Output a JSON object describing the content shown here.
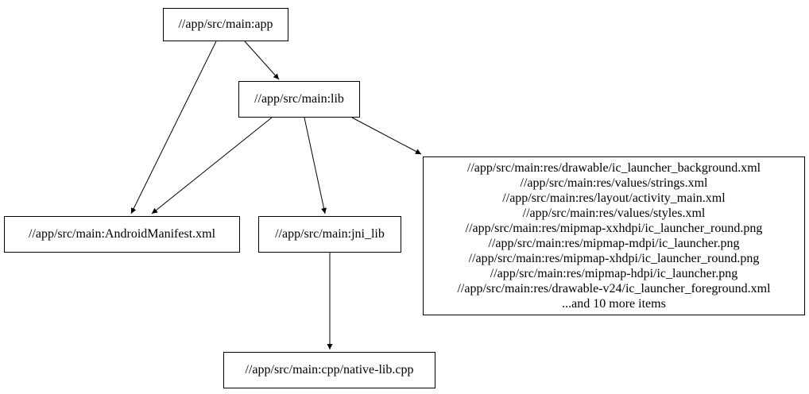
{
  "diagram": {
    "type": "dependency-graph",
    "background_color": "#ffffff",
    "node_fill_color": "#ffffff",
    "node_border_color": "#000000",
    "edge_color": "#000000",
    "nodes": [
      {
        "id": "app",
        "label": "//app/src/main:app"
      },
      {
        "id": "lib",
        "label": "//app/src/main:lib"
      },
      {
        "id": "manifest",
        "label": "//app/src/main:AndroidManifest.xml"
      },
      {
        "id": "jni_lib",
        "label": "//app/src/main:jni_lib"
      },
      {
        "id": "res_group",
        "lines": [
          "//app/src/main:res/drawable/ic_launcher_background.xml",
          "//app/src/main:res/values/strings.xml",
          "//app/src/main:res/layout/activity_main.xml",
          "//app/src/main:res/values/styles.xml",
          "//app/src/main:res/mipmap-xxhdpi/ic_launcher_round.png",
          "//app/src/main:res/mipmap-mdpi/ic_launcher.png",
          "//app/src/main:res/mipmap-xhdpi/ic_launcher_round.png",
          "//app/src/main:res/mipmap-hdpi/ic_launcher.png",
          "//app/src/main:res/drawable-v24/ic_launcher_foreground.xml",
          "...and 10 more items"
        ]
      },
      {
        "id": "native_cpp",
        "label": "//app/src/main:cpp/native-lib.cpp"
      }
    ],
    "edges": [
      {
        "from": "app",
        "to": "lib"
      },
      {
        "from": "app",
        "to": "manifest"
      },
      {
        "from": "lib",
        "to": "manifest"
      },
      {
        "from": "lib",
        "to": "jni_lib"
      },
      {
        "from": "lib",
        "to": "res_group"
      },
      {
        "from": "jni_lib",
        "to": "native_cpp"
      }
    ]
  }
}
